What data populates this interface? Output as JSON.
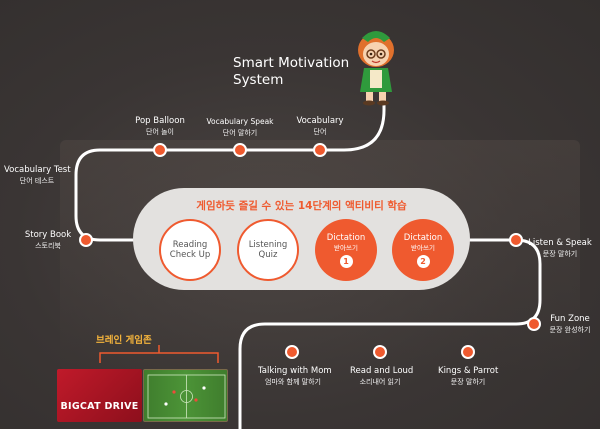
{
  "title": {
    "line1": "Smart Motivation",
    "line2": "System"
  },
  "pill": {
    "heading": "게임하듯 즐길 수 있는 14단계의 액티비티 학습"
  },
  "stops": {
    "pop_balloon": {
      "en": "Pop Balloon",
      "ko": "단어 놀이"
    },
    "vocabulary_speak": {
      "en": "Vocabulary Speak",
      "ko": "단어 말하기"
    },
    "vocabulary": {
      "en": "Vocabulary",
      "ko": "단어"
    },
    "vocabulary_test": {
      "en": "Vocabulary Test",
      "ko": "단어 테스트"
    },
    "story_book": {
      "en": "Story Book",
      "ko": "스토리북"
    },
    "listen_speak": {
      "en": "Listen & Speak",
      "ko": "문장 말하기"
    },
    "fun_zone": {
      "en": "Fun Zone",
      "ko": "문장 완성하기"
    },
    "kings_parrot": {
      "en": "Kings & Parrot",
      "ko": "문장 말하기"
    },
    "read_and_loud": {
      "en": "Read and Loud",
      "ko": "소리내어 읽기"
    },
    "talking_with_mom": {
      "en": "Talking with Mom",
      "ko": "엄마와 함께 말하기"
    }
  },
  "circles": {
    "reading": {
      "line1": "Reading",
      "line2": "Check Up"
    },
    "listening": {
      "line1": "Listening",
      "line2": "Quiz"
    },
    "dictation1": {
      "title": "Dictation",
      "sub": "받아쓰기",
      "num": "1"
    },
    "dictation2": {
      "title": "Dictation",
      "sub": "받아쓰기",
      "num": "2"
    }
  },
  "game_zone": {
    "title": "브레인 게임존",
    "card1": "BIGCAT DRIVE"
  },
  "colors": {
    "accent": "#ef5a2f",
    "track": "#ffffff",
    "zone_title": "#f5b43c"
  }
}
